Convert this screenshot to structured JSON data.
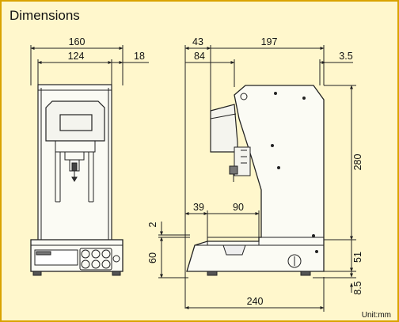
{
  "title": "Dimensions",
  "unit_label": "Unit:mm",
  "colors": {
    "background": "#fff7cc",
    "border": "#d9a300",
    "line": "#222222"
  },
  "front_view": {
    "width_overall": "160",
    "width_inner": "124",
    "offset": "18"
  },
  "side_view": {
    "dim_43": "43",
    "dim_197": "197",
    "dim_84": "84",
    "dim_3_5": "3.5",
    "dim_280": "280",
    "dim_39": "39",
    "dim_90": "90",
    "dim_2": "2",
    "dim_60": "60",
    "dim_51": "51",
    "dim_8_5": "8.5",
    "dim_240": "240"
  }
}
